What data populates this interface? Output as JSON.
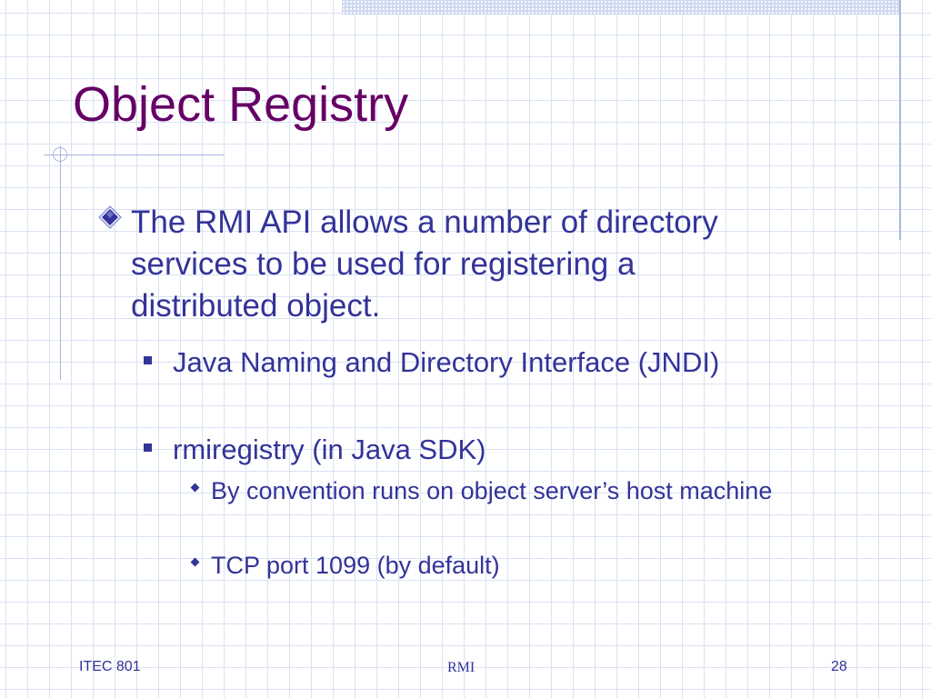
{
  "slide": {
    "title": "Object Registry",
    "bullets": [
      {
        "text": "The RMI API allows a number of directory services to be used for registering a distributed object.",
        "children": [
          {
            "text": "Java Naming and Directory Interface (JNDI)",
            "children": []
          },
          {
            "text": "rmiregistry (in Java SDK)",
            "children": [
              {
                "text": "By convention runs on object server’s host machine"
              },
              {
                "text": "TCP port 1099 (by default)"
              }
            ]
          }
        ]
      }
    ]
  },
  "footer": {
    "left": "ITEC 801",
    "center": "RMI",
    "page_number": "28"
  },
  "colors": {
    "title": "#660066",
    "body_text": "#333399",
    "grid_line": "#d9e1f2",
    "accent_line": "#a8b8dc"
  },
  "icons": {
    "level1_bullet": "diamond-bullet-icon",
    "level2_bullet": "square-bullet-icon",
    "level3_bullet": "small-diamond-bullet-icon"
  }
}
